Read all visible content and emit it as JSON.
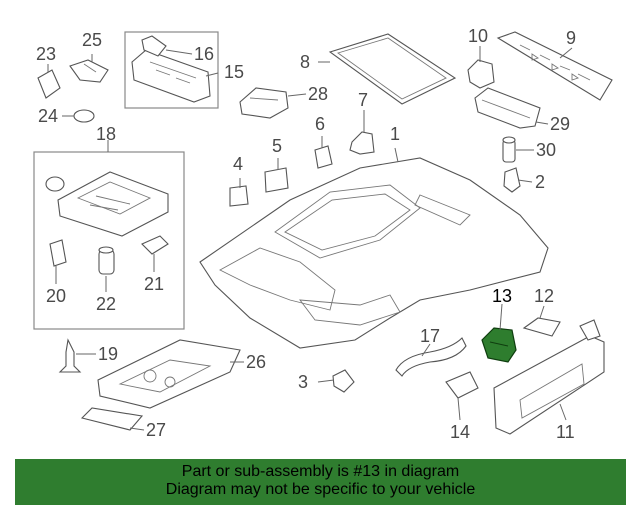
{
  "callouts": [
    "1",
    "2",
    "3",
    "4",
    "5",
    "6",
    "7",
    "8",
    "9",
    "10",
    "11",
    "12",
    "13",
    "14",
    "15",
    "16",
    "17",
    "18",
    "19",
    "20",
    "21",
    "22",
    "23",
    "24",
    "25",
    "26",
    "27",
    "28",
    "29",
    "30"
  ],
  "highlighted_part": "13",
  "banner": {
    "line1": "Part or sub-assembly is #13 in diagram",
    "line2": "Diagram may not be specific to your vehicle"
  },
  "colors": {
    "highlight": "#2f7d2f",
    "line": "#555555"
  }
}
